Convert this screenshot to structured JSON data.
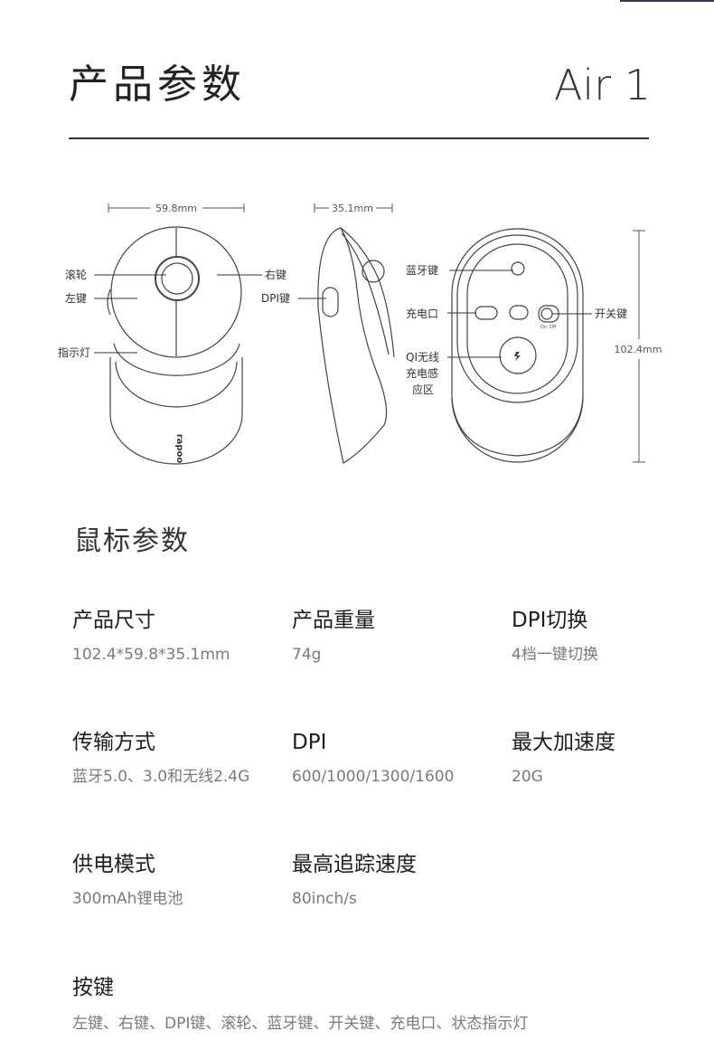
{
  "header": {
    "title": "产品参数",
    "brand": "Air 1"
  },
  "diagram": {
    "width_dim": "59.8mm",
    "depth_dim": "35.1mm",
    "height_dim": "102.4mm",
    "labels": {
      "scroll_wheel": "滚轮",
      "left_key": "左键",
      "right_key": "右键",
      "indicator": "指示灯",
      "dpi_key": "DPI键",
      "bluetooth_key": "蓝牙键",
      "charging_port": "充电口",
      "power_switch": "开关键",
      "qi_line1": "QI无线",
      "qi_line2": "充电感",
      "qi_line3": "应区",
      "switch_on": "On",
      "switch_off": "Off",
      "logo": "rapoo"
    }
  },
  "section": {
    "title": "鼠标参数"
  },
  "specs": [
    {
      "label": "产品尺寸",
      "value": "102.4*59.8*35.1mm"
    },
    {
      "label": "产品重量",
      "value": "74g"
    },
    {
      "label": "DPI切换",
      "value": "4档一键切换"
    },
    {
      "label": "传输方式",
      "value": "蓝牙5.0、3.0和无线2.4G"
    },
    {
      "label": "DPI",
      "value": "600/1000/1300/1600"
    },
    {
      "label": "最大加速度",
      "value": "20G"
    },
    {
      "label": "供电模式",
      "value": "300mAh锂电池"
    },
    {
      "label": "最高追踪速度",
      "value": "80inch/s"
    }
  ],
  "keys": {
    "label": "按键",
    "value": "左键、右键、DPI键、滚轮、蓝牙键、开关键、充电口、状态指示灯"
  },
  "colors": {
    "accent_bar": "#2c3e5c",
    "text_primary": "#1e1e1e",
    "text_secondary": "#7a7a7a"
  }
}
